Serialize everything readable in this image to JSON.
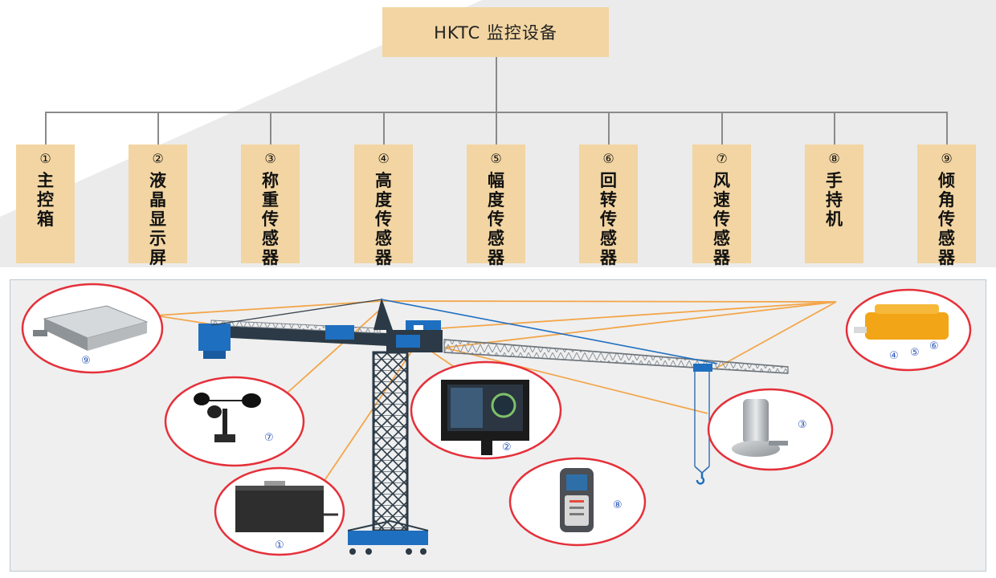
{
  "root": {
    "label": "HKTC 监控设备"
  },
  "components": [
    {
      "num": "①",
      "label": "主控箱"
    },
    {
      "num": "②",
      "label": "液晶显示屏"
    },
    {
      "num": "③",
      "label": "称重传感器"
    },
    {
      "num": "④",
      "label": "高度传感器"
    },
    {
      "num": "⑤",
      "label": "幅度传感器"
    },
    {
      "num": "⑥",
      "label": "回转传感器"
    },
    {
      "num": "⑦",
      "label": "风速传感器"
    },
    {
      "num": "⑧",
      "label": "手持机"
    },
    {
      "num": "⑨",
      "label": "倾角传感器"
    }
  ],
  "callouts": {
    "tilt": "⑨",
    "anemometer": "⑦",
    "control_box": "①",
    "display": "②",
    "handheld": "⑧",
    "load_cell": "③",
    "limiter_a": "④",
    "limiter_b": "⑤",
    "limiter_c": "⑥"
  },
  "colors": {
    "card_fill": "#f2d5a2",
    "callout_circle": "#e5303a",
    "leader_line": "#f3a64a",
    "crane_body": "#2b3a46",
    "crane_accent": "#1f6fc0",
    "number_label": "#2d58b8",
    "limiter_box": "#f2a516"
  }
}
